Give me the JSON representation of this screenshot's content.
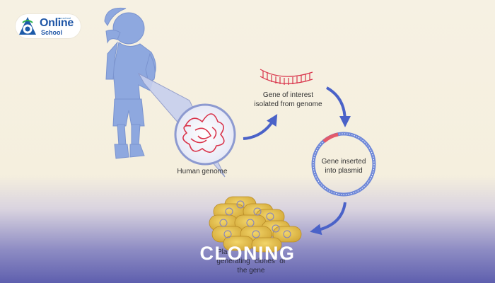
{
  "logo": {
    "tagline": "www.school",
    "brand_main": "Online",
    "brand_sub": "School"
  },
  "diagram": {
    "gene_label": [
      "Gene of interest",
      "isolated from genome"
    ],
    "plasmid_label": [
      "Gene inserted",
      "into plasmid"
    ],
    "genome_label": "Human genome",
    "clones_label": [
      "Pla",
      "generating \"clones\" of",
      "the gene"
    ]
  },
  "title": "CLONING",
  "colors": {
    "accent_blue": "#4a62c8",
    "dna_red": "#d9334a",
    "title_text": "#ffffff"
  }
}
